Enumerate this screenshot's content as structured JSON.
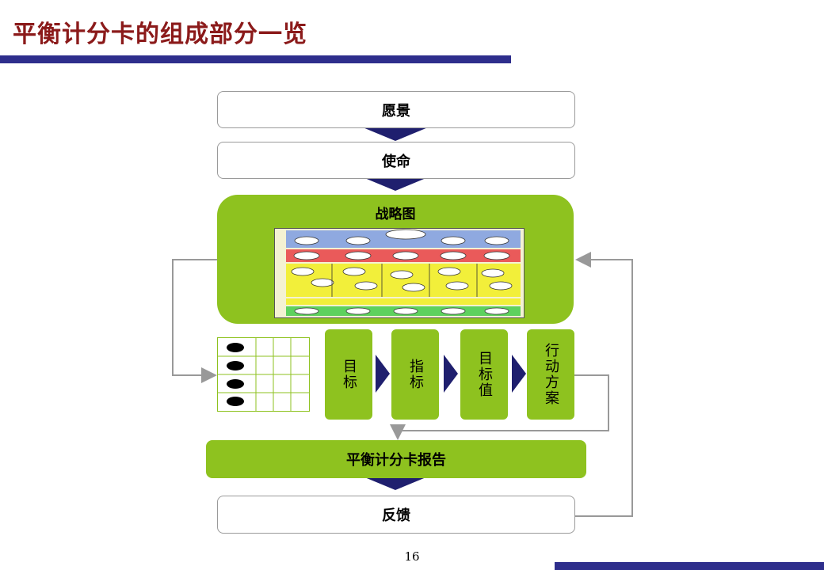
{
  "title": "平衡计分卡的组成部分一览",
  "page_number": "16",
  "boxes": {
    "vision": "愿景",
    "mission": "使命",
    "strategy_map": "战略图",
    "report": "平衡计分卡报告",
    "feedback": "反馈"
  },
  "steps": [
    "目标",
    "指标",
    "目标值",
    "行动方案"
  ],
  "colors": {
    "title_red": "#8b1a1a",
    "navy": "#2e2e8c",
    "green": "#8ec21f"
  }
}
